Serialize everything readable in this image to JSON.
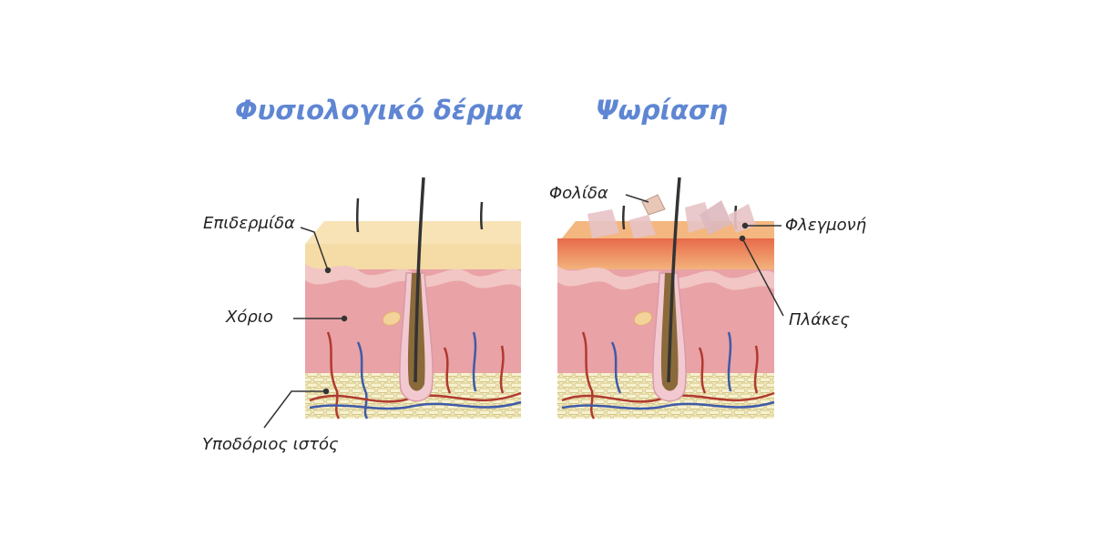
{
  "titles": {
    "normal": "Φυσιολογικό δέρμα",
    "psoriasis": "Ψωρίαση"
  },
  "labels": {
    "epidermis": "Επιδερμίδα",
    "dermis": "Χόριο",
    "subcutaneous": "Υποδόριος ιστός",
    "scale": "Φολίδα",
    "inflammation": "Φλεγμονή",
    "plaques": "Πλάκες"
  },
  "colors": {
    "title": "#5f86d3",
    "epidermis": "#f5dba5",
    "dermis": "#e9a2a6",
    "fat": "#f4efc2",
    "artery": "#b03a2e",
    "vein": "#3f5aa8",
    "inflammation": "#e86a4a"
  }
}
